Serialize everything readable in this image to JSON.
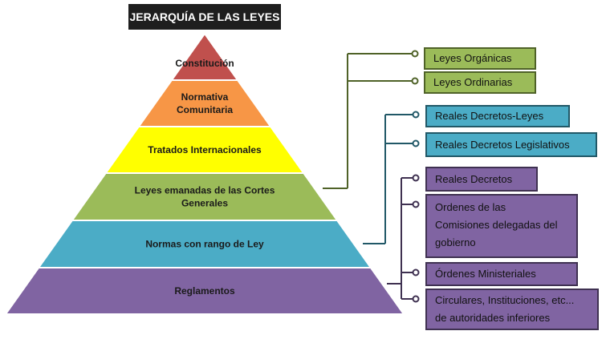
{
  "title": "JERARQUÍA DE LAS LEYES",
  "pyramid": [
    {
      "lines": [
        "Constitución"
      ],
      "color": "#c0504d"
    },
    {
      "lines": [
        "Normativa",
        "Comunitaria"
      ],
      "color": "#f79646"
    },
    {
      "lines": [
        "Tratados Internacionales"
      ],
      "color": "#ffff00"
    },
    {
      "lines": [
        "Leyes emanadas de las Cortes",
        "Generales"
      ],
      "color": "#9bbb59"
    },
    {
      "lines": [
        "Normas con rango de Ley"
      ],
      "color": "#4bacc6"
    },
    {
      "lines": [
        "Reglamentos"
      ],
      "color": "#8064a2"
    }
  ],
  "groups": [
    {
      "color": "#4f6228",
      "items": [
        {
          "lines": [
            "Leyes Orgánicas"
          ]
        },
        {
          "lines": [
            "Leyes Ordinarias"
          ]
        }
      ]
    },
    {
      "color": "#215867",
      "items": [
        {
          "lines": [
            "Reales Decretos-Leyes"
          ]
        },
        {
          "lines": [
            "Reales Decretos Legislativos"
          ]
        }
      ]
    },
    {
      "color": "#3f3151",
      "items": [
        {
          "lines": [
            "Reales Decretos"
          ]
        },
        {
          "lines": [
            "Ordenes de las",
            "Comisiones delegadas del",
            "gobierno"
          ]
        },
        {
          "lines": [
            "Órdenes Ministeriales"
          ]
        },
        {
          "lines": [
            "Circulares, Instituciones, etc...",
            "de autoridades inferiores"
          ]
        }
      ]
    }
  ]
}
